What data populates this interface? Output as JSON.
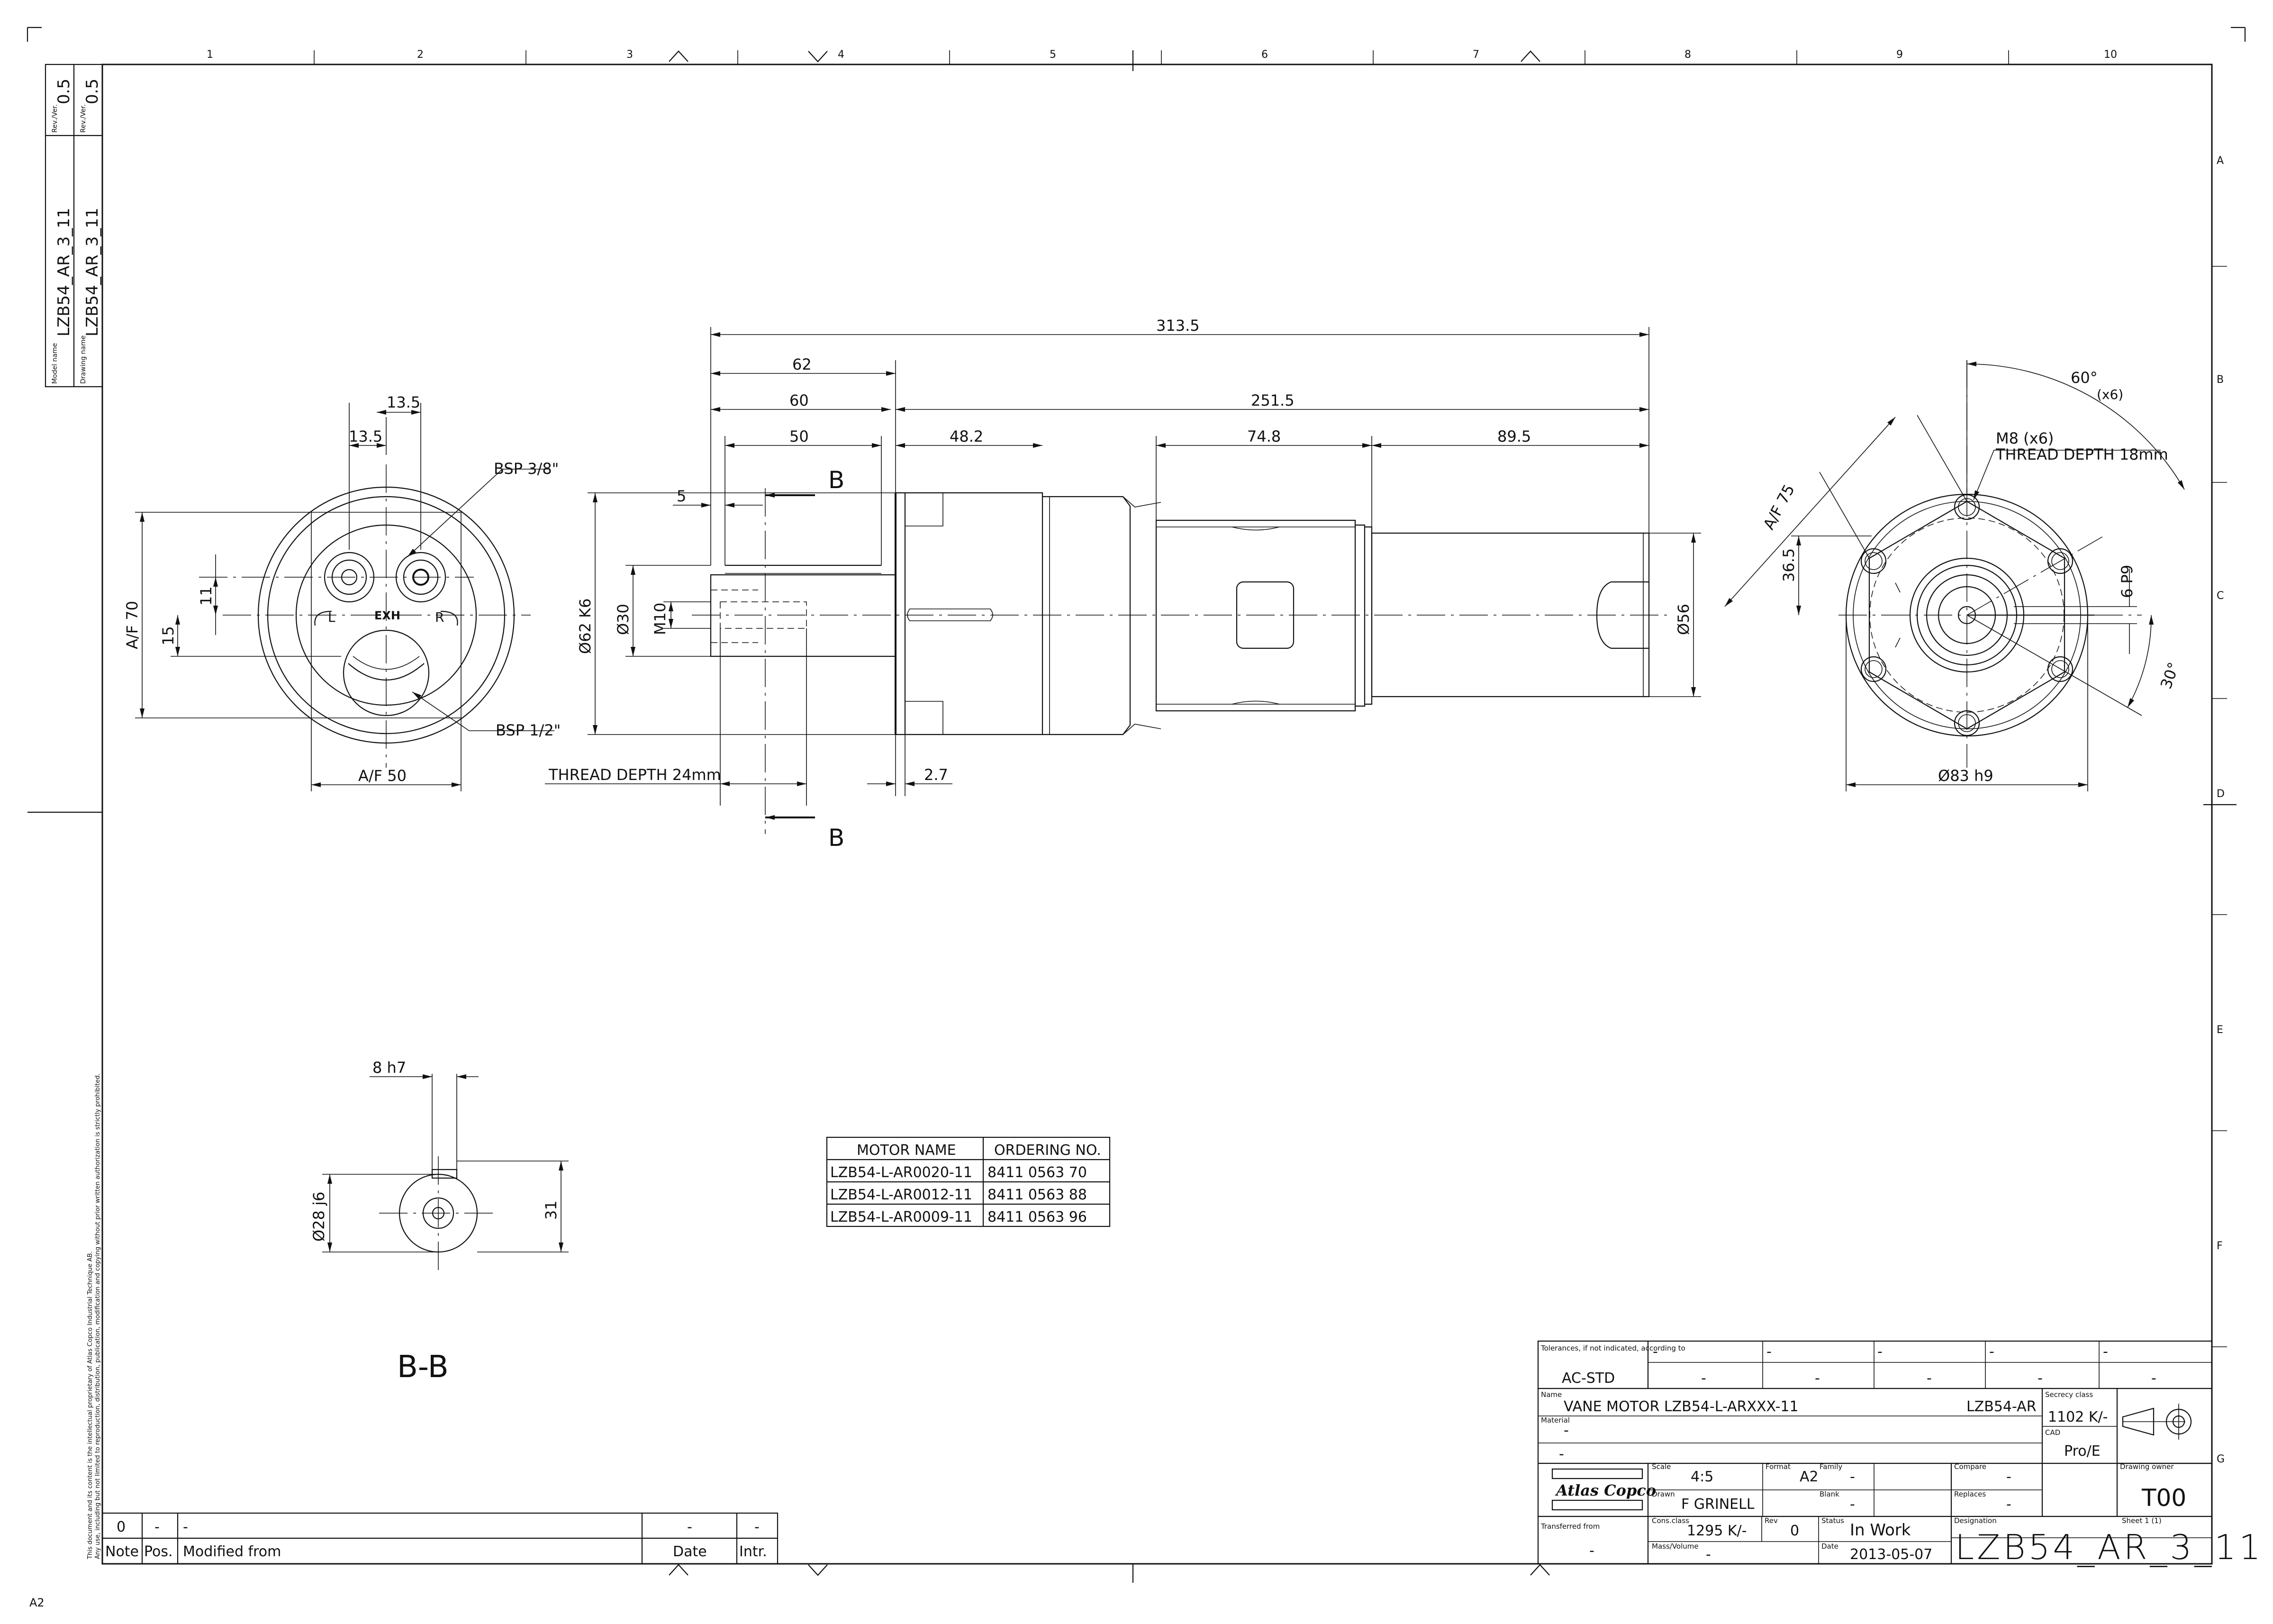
{
  "grid": {
    "columns": [
      "1",
      "2",
      "3",
      "4",
      "5",
      "6",
      "7",
      "8",
      "9",
      "10"
    ],
    "rows": [
      "A",
      "B",
      "C",
      "D",
      "E",
      "F",
      "G"
    ]
  },
  "side_strip": {
    "model_label": "Model name",
    "model_value": "LZB54_AR_3_11",
    "drawing_label": "Drawing name",
    "drawing_value": "LZB54_AR_3_11",
    "rev_label_1": "Rev./Ver.",
    "rev_value_1": "0.5",
    "rev_label_2": "Rev./Ver.",
    "rev_value_2": "0.5",
    "copyright_1": "This document and its content is the intellectual proprietary of Atlas Copco Industrial Technique AB.",
    "copyright_2": "Any use, including but not limited to reproduction, distribution, publication, modification and copying without prior written authorization is strictly prohibited.",
    "sheet_mark": "A2"
  },
  "left_view": {
    "dim_13_5_top": "13.5",
    "dim_13_5_bottom": "13.5",
    "bsp_3_8": "BSP 3/8\"",
    "bsp_1_2": "BSP 1/2\"",
    "af_70": "A/F 70",
    "dim_11": "11",
    "dim_15": "15",
    "af_50": "A/F 50",
    "exh": "EXH",
    "port_l": "L",
    "port_r": "R"
  },
  "center_view": {
    "dim_313_5": "313.5",
    "dim_62": "62",
    "dim_60": "60",
    "dim_251_5": "251.5",
    "dim_50": "50",
    "dim_48_2": "48.2",
    "dim_74_8": "74.8",
    "dim_89_5": "89.5",
    "dim_5": "5",
    "section_b_top": "B",
    "section_b_bottom": "B",
    "dia_62": "Ø62 K6",
    "dia_30": "Ø30",
    "m10": "M10",
    "dia_56": "Ø56",
    "thread_depth": "THREAD DEPTH 24mm",
    "dim_2_7": "2.7"
  },
  "right_view": {
    "angle_60": "60°",
    "x6": "(x6)",
    "m8": "M8 (x6)",
    "thread_depth": "THREAD DEPTH 18mm",
    "af_75": "A/F 75",
    "dim_36_5": "36.5",
    "p9": "6 P9",
    "angle_30": "30°",
    "dia_83": "Ø83 h9"
  },
  "section_bb": {
    "dim_8h7": "8 h7",
    "dia_28": "Ø28 j6",
    "dim_31": "31",
    "label": "B-B"
  },
  "motor_table": {
    "headers": [
      "MOTOR NAME",
      "ORDERING NO."
    ],
    "rows": [
      [
        "LZB54-L-AR0020-11",
        "8411 0563 70"
      ],
      [
        "LZB54-L-AR0012-11",
        "8411 0563 88"
      ],
      [
        "LZB54-L-AR0009-11",
        "8411 0563 96"
      ]
    ]
  },
  "revision_block": {
    "row1": [
      "0",
      "-",
      "-",
      "-",
      "-"
    ],
    "headers": [
      "Note",
      "Pos.",
      "Modified from",
      "Date",
      "Intr."
    ]
  },
  "title_block": {
    "tolerances_label": "Tolerances, if not indicated, according to",
    "tolerances_value": "AC-STD",
    "dash": "-",
    "name_label": "Name",
    "name_value": "VANE MOTOR LZB54-L-ARXXX-11",
    "name_code": "LZB54-AR",
    "secrecy_label": "Secrecy class",
    "secrecy_value": "1102 K/-",
    "material_label": "Material",
    "material_value": "-",
    "cad_label": "CAD",
    "cad_value": "Pro/E",
    "scale_label": "Scale",
    "scale_value": "4:5",
    "format_label": "Format",
    "format_value": "A2",
    "family_label": "Family",
    "family_value": "-",
    "compare_label": "Compare",
    "compare_value": "-",
    "drawing_owner_label": "Drawing owner",
    "drawing_owner_value": "T00",
    "logo": "Atlas Copco",
    "drawn_label": "Drawn",
    "drawn_value": "F GRINELL",
    "blank_label": "Blank",
    "blank_value": "-",
    "replaces_label": "Replaces",
    "replaces_value": "-",
    "consclass_label": "Cons.class",
    "consclass_value": "1295 K/-",
    "rev_label": "Rev",
    "rev_value": "0",
    "status_label": "Status",
    "status_value": "In Work",
    "designation_label": "Designation",
    "sheet_label": "Sheet 1 (1)",
    "transferred_label": "Transferred from",
    "transferred_value": "-",
    "mass_label": "Mass/Volume",
    "mass_value": "-",
    "date_label": "Date",
    "date_value": "2013-05-07",
    "designation_value": "LZB54_AR_3_11"
  }
}
